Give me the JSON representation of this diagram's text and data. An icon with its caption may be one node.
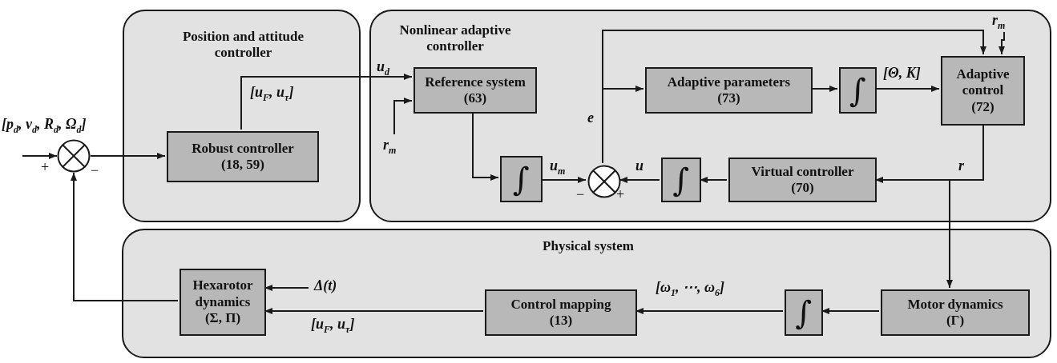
{
  "diagram": {
    "nodes": [
      {
        "text": [
          "Position and attitude controller"
        ]
      },
      {
        "text": [
          "Robust controller",
          "(18, 59)"
        ],
        "in": 0
      },
      {
        "text": [
          "Nonlinear adaptive controller"
        ]
      },
      {
        "text": [
          "Reference system",
          "(63)"
        ],
        "in": 2
      },
      {
        "text": [
          "∫"
        ],
        "in": 2
      },
      {
        "text": [],
        "shape": "circle",
        "in": 2,
        "beside": [
          "−",
          "+"
        ]
      },
      {
        "text": [
          "∫"
        ],
        "in": 2
      },
      {
        "text": [
          "Virtual controller",
          "(70)"
        ],
        "in": 2
      },
      {
        "text": [
          "Adaptive parameters",
          "(73)"
        ],
        "in": 2
      },
      {
        "text": [
          "∫"
        ],
        "in": 2
      },
      {
        "text": [
          "Adaptive control",
          "(72)"
        ],
        "in": 2
      },
      {
        "text": [
          "Physical system"
        ]
      },
      {
        "text": [
          "Hexarotor dynamics",
          "(Σ, Π)"
        ],
        "in": 11
      },
      {
        "text": [
          "Control mapping",
          "(13)"
        ],
        "in": 11
      },
      {
        "text": [
          "∫"
        ],
        "in": 11
      },
      {
        "text": [
          "Motor dynamics",
          "(Γ)"
        ],
        "in": 11
      },
      {
        "text": [],
        "shape": "circle",
        "beside": [
          "+",
          "−"
        ]
      }
    ],
    "edges": [
      {
        "from": null,
        "to": 16,
        "arrow": "to",
        "label": "[p$_{d}$, v$_{d}$, R$_{d}$, Ω$_{d}$]"
      },
      {
        "from": 16,
        "to": 1,
        "arrow": "to"
      },
      {
        "from": 1,
        "to": 3,
        "arrow": "to",
        "label": "[u$_{F}$, u$_{τ}$]"
      },
      {
        "from": null,
        "to": 3,
        "arrow": "to",
        "label": "r$_{m}$"
      },
      {
        "from": 3,
        "to": 4,
        "arrow": "to"
      },
      {
        "from": 4,
        "to": 5,
        "arrow": "to",
        "label": "u$_{m}$"
      },
      {
        "from": 5,
        "to": 8,
        "arrow": "to",
        "label": "e"
      },
      {
        "from": 5,
        "to": 10,
        "arrow": "to"
      },
      {
        "from": 8,
        "to": 9,
        "arrow": "to"
      },
      {
        "from": 9,
        "to": 10,
        "arrow": "to",
        "label": "[Θ, K]"
      },
      {
        "from": null,
        "to": 10,
        "arrow": "to",
        "label": "r$_{m}$"
      },
      {
        "from": 10,
        "to": 7,
        "arrow": "to",
        "label": "r"
      },
      {
        "from": 10,
        "to": 15,
        "arrow": "to"
      },
      {
        "from": 7,
        "to": 6,
        "arrow": "to"
      },
      {
        "from": 6,
        "to": 5,
        "arrow": "to",
        "label": "u"
      },
      {
        "from": 15,
        "to": 14,
        "arrow": "to"
      },
      {
        "from": 14,
        "to": 13,
        "arrow": "to",
        "label": "[ω$_{1}$, ⋯, ω$_{6}$]"
      },
      {
        "from": 13,
        "to": 12,
        "arrow": "to",
        "label": "[u$_{F}$, u$_{τ}$]"
      },
      {
        "from": null,
        "to": 12,
        "arrow": "to",
        "label": "Δ(t)"
      },
      {
        "from": 12,
        "to": 16,
        "arrow": "to"
      }
    ],
    "labels": [
      "u$_{d}$"
    ]
  }
}
